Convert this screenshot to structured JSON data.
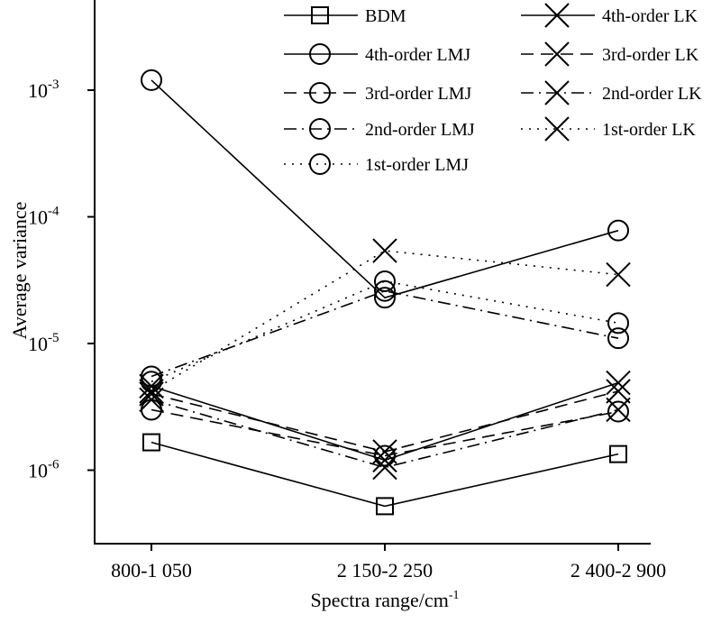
{
  "chart_data": {
    "type": "line",
    "title": "",
    "xlabel": "Spectra range/cm",
    "xlabel_sup": "-1",
    "ylabel": "Average variance",
    "yscale": "log",
    "ylim": [
      3e-07,
      0.005
    ],
    "categories": [
      "800-1 050",
      "2 150-2 250",
      "2 400-2 900"
    ],
    "yticks": [
      {
        "value": 0.001,
        "base": "10",
        "exp": "-3"
      },
      {
        "value": 0.0001,
        "base": "10",
        "exp": "-4"
      },
      {
        "value": 1e-05,
        "base": "10",
        "exp": "-5"
      },
      {
        "value": 1e-06,
        "base": "10",
        "exp": "-6"
      }
    ],
    "grid": false,
    "legend_placement": "top-right",
    "series": [
      {
        "name": "BDM",
        "marker": "square",
        "dash": "solid",
        "values": [
          1.66e-06,
          5.2e-07,
          1.34e-06
        ]
      },
      {
        "name": "4th-order LMJ",
        "marker": "circle",
        "dash": "solid",
        "values": [
          0.0012,
          2.3e-05,
          7.8e-05
        ]
      },
      {
        "name": "3rd-order LMJ",
        "marker": "circle",
        "dash": "dash",
        "values": [
          3e-06,
          1.3e-06,
          2.9e-06
        ]
      },
      {
        "name": "2nd-order LMJ",
        "marker": "circle",
        "dash": "dashdot",
        "values": [
          5.5e-06,
          2.6e-05,
          1.1e-05
        ]
      },
      {
        "name": "1st-order LMJ",
        "marker": "circle",
        "dash": "dot",
        "values": [
          5e-06,
          3.1e-05,
          1.45e-05
        ]
      },
      {
        "name": "4th-order LK",
        "marker": "x",
        "dash": "solid",
        "values": [
          4.6e-06,
          1.2e-06,
          4.9e-06
        ]
      },
      {
        "name": "3rd-order LK",
        "marker": "x",
        "dash": "dash",
        "values": [
          4e-06,
          1.4e-06,
          4.2e-06
        ]
      },
      {
        "name": "2nd-order LK",
        "marker": "x",
        "dash": "dashdot",
        "values": [
          3.6e-06,
          1.05e-06,
          3e-06
        ]
      },
      {
        "name": "1st-order LK",
        "marker": "x",
        "dash": "dot",
        "values": [
          4.2e-06,
          5.4e-05,
          3.5e-05
        ]
      }
    ]
  }
}
